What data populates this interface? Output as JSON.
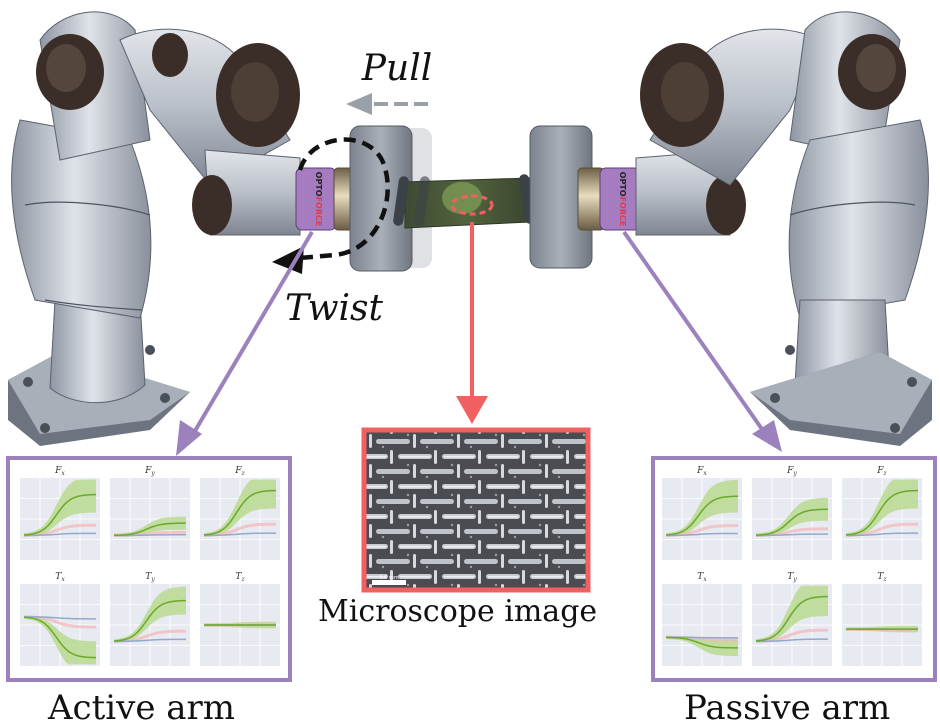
{
  "annotations": {
    "pull": "Pull",
    "twist": "Twist"
  },
  "sensor": {
    "brand_left": "OPTO",
    "brand_right": "FORCE"
  },
  "captions": {
    "active_arm": "Active arm",
    "passive_arm": "Passive arm",
    "microscope": "Microscope image"
  },
  "microscope_scalebar": "1.0 mm",
  "colors": {
    "purple": "#9b82bd",
    "red": "#f06060",
    "robot_body": "#c9ced6",
    "robot_joint": "#3b2e28",
    "sensor_band": "#a67cc1",
    "plot_bg": "#e8eaf2",
    "green_line": "#6aaa2a",
    "green_band": "#b8d98f"
  },
  "active_panels": [
    {
      "label": "F_x",
      "base": "F",
      "sub": "x"
    },
    {
      "label": "F_y",
      "base": "F",
      "sub": "y"
    },
    {
      "label": "F_z",
      "base": "F",
      "sub": "z"
    },
    {
      "label": "T_x",
      "base": "T",
      "sub": "x"
    },
    {
      "label": "T_y",
      "base": "T",
      "sub": "y"
    },
    {
      "label": "T_z",
      "base": "T",
      "sub": "z"
    }
  ],
  "passive_panels": [
    {
      "label": "F_x",
      "base": "F",
      "sub": "x"
    },
    {
      "label": "F_y",
      "base": "F",
      "sub": "y"
    },
    {
      "label": "F_z",
      "base": "F",
      "sub": "z"
    },
    {
      "label": "T_x",
      "base": "T",
      "sub": "x"
    },
    {
      "label": "T_y",
      "base": "T",
      "sub": "y"
    },
    {
      "label": "T_z",
      "base": "T",
      "sub": "z"
    }
  ]
}
